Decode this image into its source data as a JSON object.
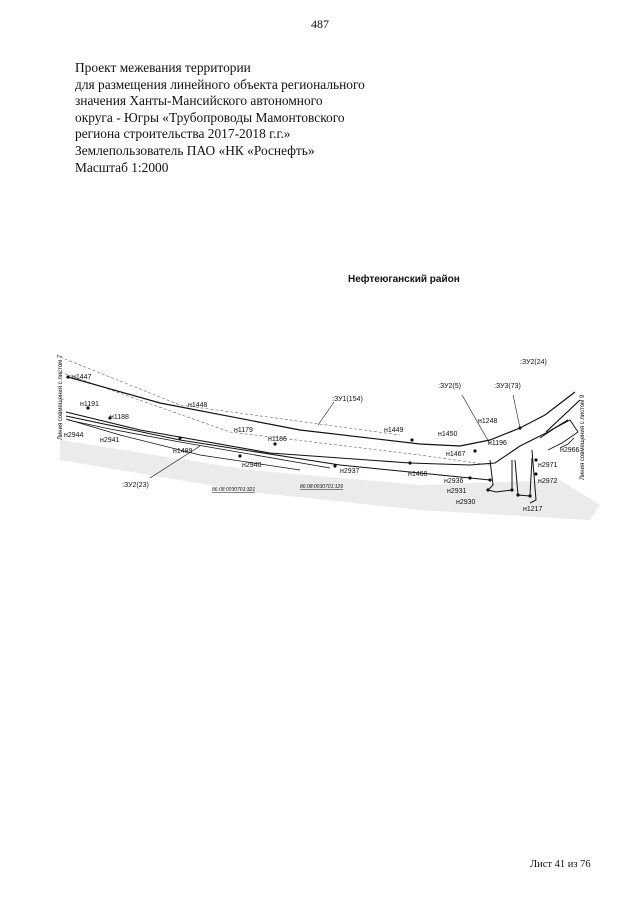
{
  "page_number": "487",
  "header": {
    "lines": [
      "Проект межевания территории",
      "для размещения линейного объекта регионального",
      "значения Ханты-Мансийского автономного",
      "округа - Югры «Трубопроводы Мамонтовского",
      "региона строительства 2017-2018 г.г.»",
      "Землепользователь ПАО «НК «Роснефть»",
      "Масштаб 1:2000"
    ]
  },
  "map": {
    "district": "Нефтеюганский район",
    "left_edge_label": "Линия совмещения с листом 7",
    "right_edge_label": "Линия совмещения с листом 9",
    "parcels": [
      ":ЗУ2(24)",
      ":ЗУ2(5)",
      ":ЗУ3(73)",
      ":ЗУ1(154)",
      ":ЗУ2(23)"
    ],
    "cadastral": [
      "86:08:0030701:321",
      "86:08:0030701:126"
    ],
    "nodes": [
      "н1447",
      "н1191",
      "н1188",
      "н2944",
      "н2941",
      "н1448",
      "н1179",
      "н1186",
      "н1489",
      "н2940",
      "н2937",
      "н1449",
      "н1450",
      "н1248",
      "н1196",
      "н1467",
      "н1468",
      "н2936",
      "н2931",
      "н2930",
      "н2966",
      "н2971",
      "н2972",
      "н1217"
    ]
  },
  "footer": "Лист 41 из 76"
}
